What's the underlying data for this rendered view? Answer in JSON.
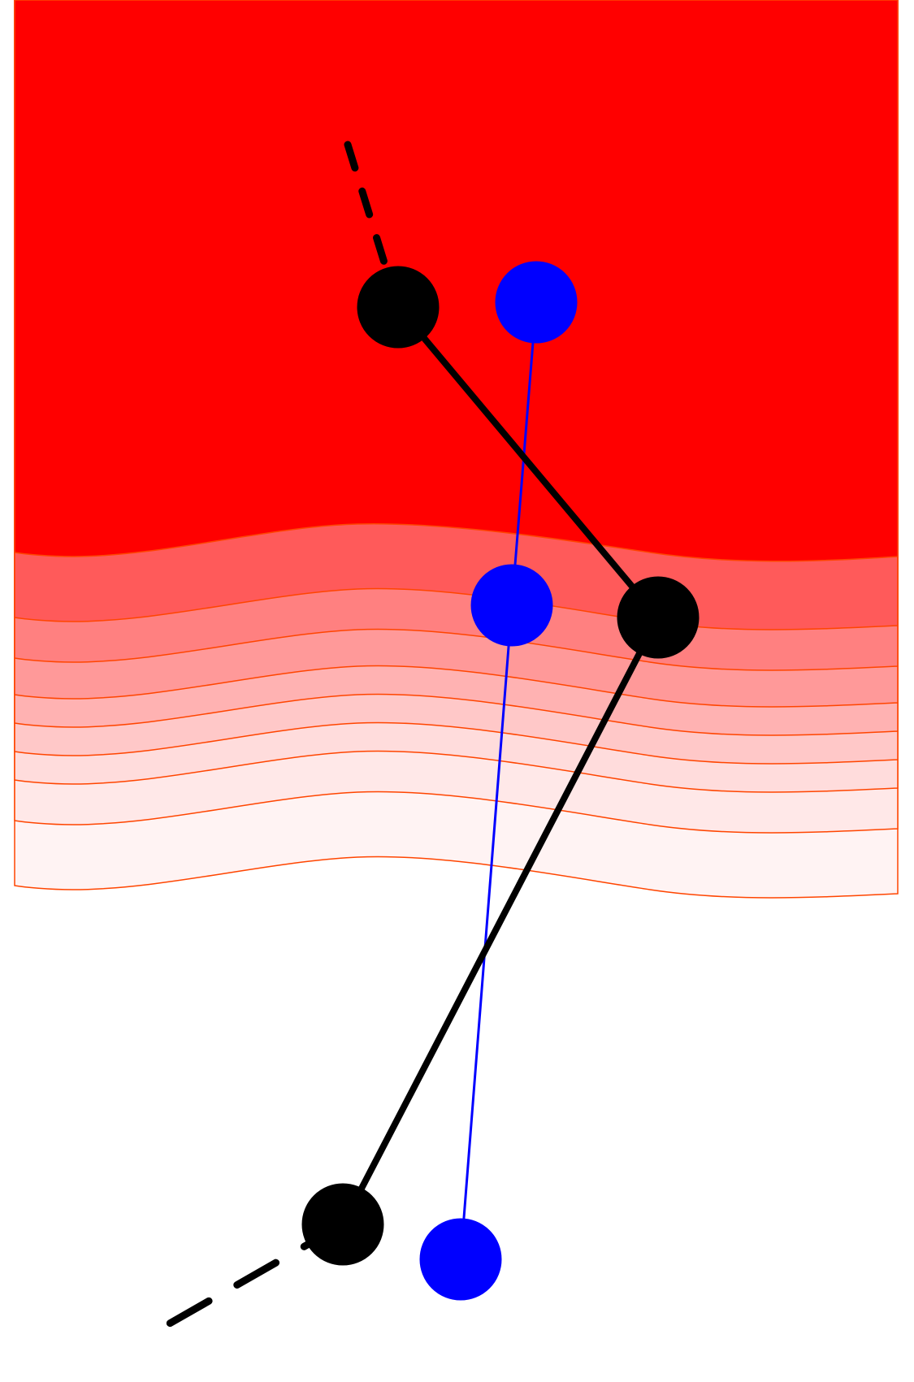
{
  "scene": {
    "background_color": "#ffffff",
    "field_color_base": "#ff0000",
    "contour_line_color": "#ff4500",
    "contour_fill_colors": [
      "#ff5a5a",
      "#ff8080",
      "#ff9999",
      "#ffb2b2",
      "#ffc8c8",
      "#ffdcdc",
      "#ffe8e8",
      "#fff3f3"
    ]
  },
  "black_chain": {
    "color": "#000000",
    "joints": [
      {
        "name": "upper"
      },
      {
        "name": "middle"
      },
      {
        "name": "lower"
      }
    ]
  },
  "blue_chain": {
    "color": "#0000ff",
    "joints": [
      {
        "name": "upper"
      },
      {
        "name": "middle"
      },
      {
        "name": "lower"
      }
    ]
  }
}
